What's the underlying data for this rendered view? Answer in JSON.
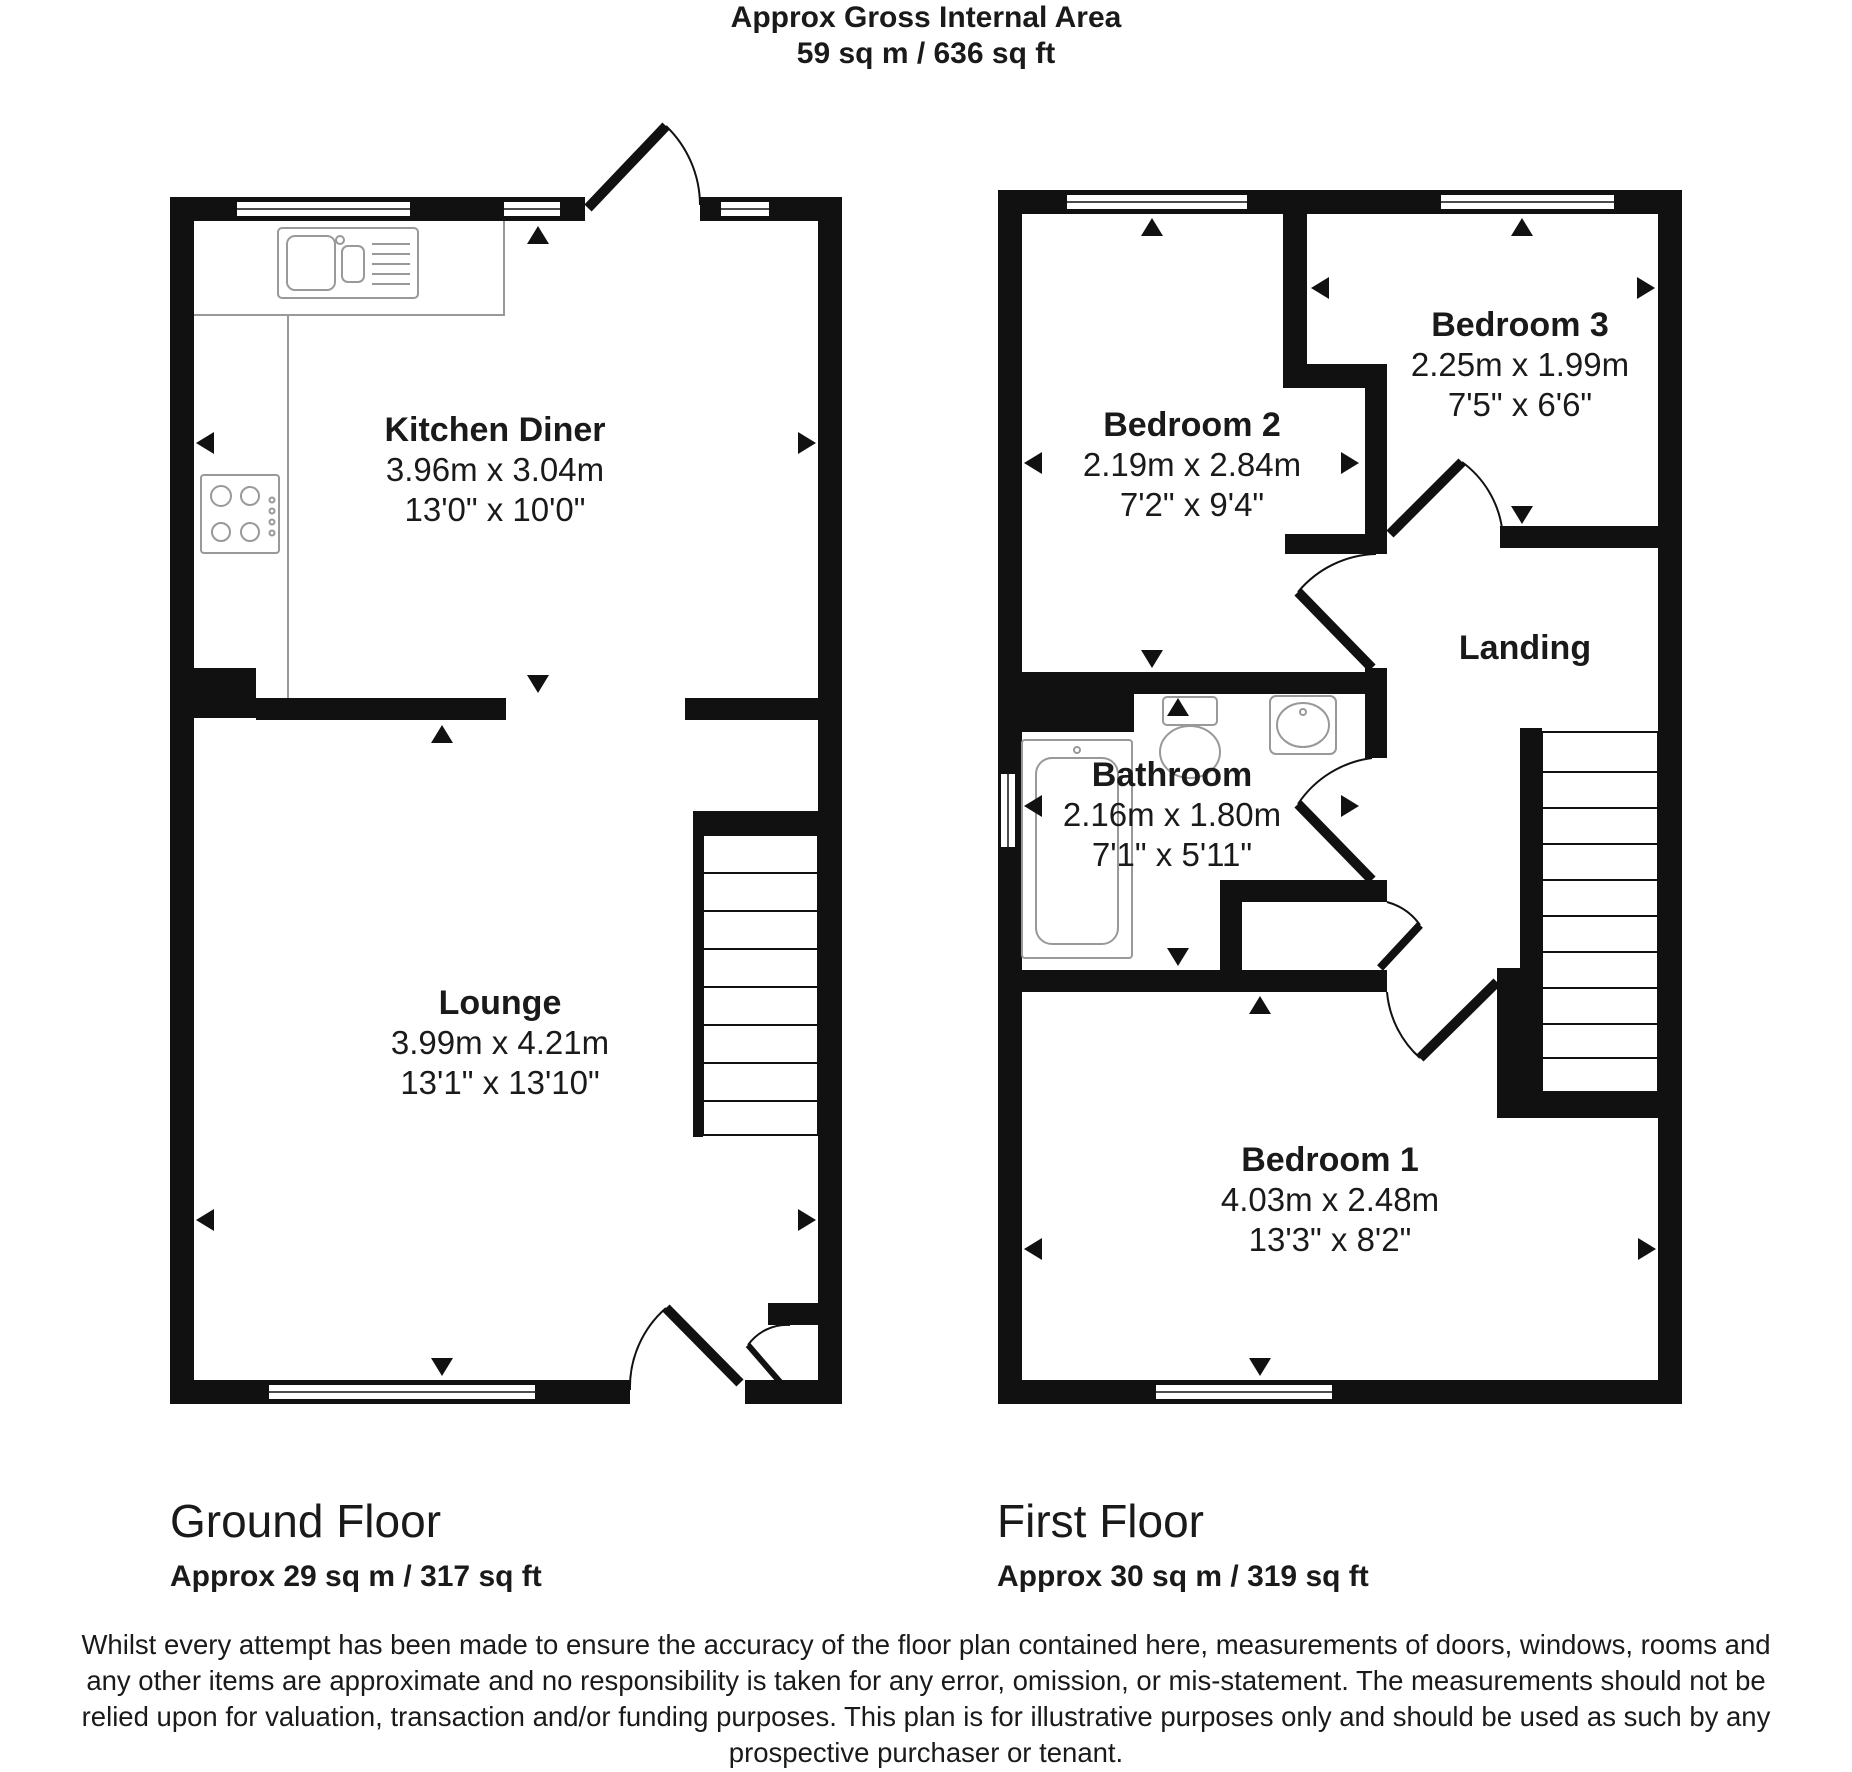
{
  "header": {
    "line1": "Approx Gross Internal Area",
    "line2": "59 sq m / 636 sq ft"
  },
  "floors": {
    "ground": {
      "title": "Ground Floor",
      "area": "Approx 29 sq m / 317 sq ft",
      "rooms": {
        "kitchen": {
          "name": "Kitchen Diner",
          "metric": "3.96m x 3.04m",
          "imperial": "13'0\" x 10'0\""
        },
        "lounge": {
          "name": "Lounge",
          "metric": "3.99m x 4.21m",
          "imperial": "13'1\" x 13'10\""
        }
      }
    },
    "first": {
      "title": "First Floor",
      "area": "Approx 30 sq m / 319 sq ft",
      "rooms": {
        "bedroom2": {
          "name": "Bedroom 2",
          "metric": "2.19m x 2.84m",
          "imperial": "7'2\" x 9'4\""
        },
        "bedroom3": {
          "name": "Bedroom 3",
          "metric": "2.25m x 1.99m",
          "imperial": "7'5\" x 6'6\""
        },
        "landing": {
          "name": "Landing"
        },
        "bathroom": {
          "name": "Bathroom",
          "metric": "2.16m x 1.80m",
          "imperial": "7'1\" x 5'11\""
        },
        "bedroom1": {
          "name": "Bedroom 1",
          "metric": "4.03m x 2.48m",
          "imperial": "13'3\" x 8'2\""
        }
      }
    }
  },
  "disclaimer": {
    "line1": "Whilst every attempt has been made to ensure the accuracy of the floor plan contained here, measurements of doors, windows, rooms and",
    "line2": "any other items are approximate and no responsibility is taken for any error, omission, or mis-statement. The measurements should not be",
    "line3": "relied upon for valuation, transaction and/or funding purposes. This plan is for illustrative purposes only and should be used as such by any",
    "line4": "prospective purchaser or tenant."
  },
  "colors": {
    "wall": "#111111",
    "fixture_line": "#999999",
    "background": "#ffffff"
  }
}
